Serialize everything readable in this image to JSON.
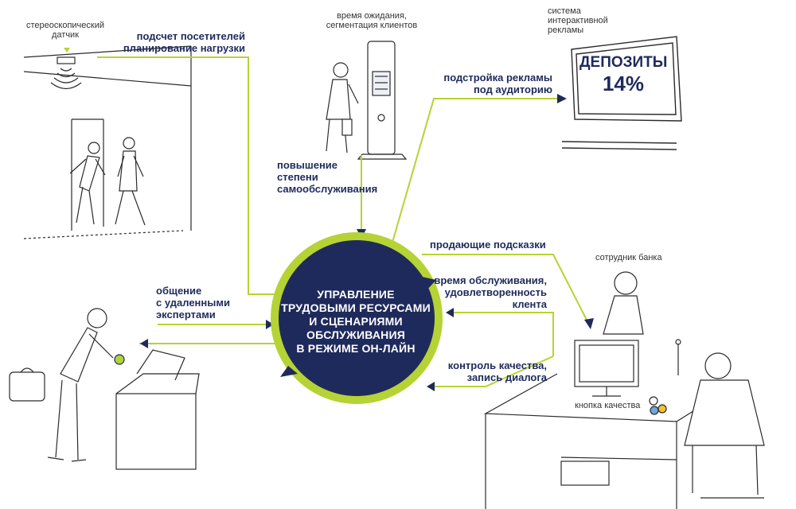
{
  "center": {
    "text": "УПРАВЛЕНИЕ\nТРУДОВЫМИ РЕСУРСАМИ\nИ СЦЕНАРИЯМИ\nОБСЛУЖИВАНИЯ\nВ РЕЖИМЕ ОН-ЛАЙН"
  },
  "labels": {
    "visitors": "подсчет посетителей\nпланирование нагрузки",
    "self_service": "повышение\nстепени\nсамообслуживания",
    "ad_tuning": "подстройка рекламы\nпод аудиторию",
    "sales_hints": "продающие подсказки",
    "service_time": "время обслуживания,\nудовлетворенность\nклента",
    "quality": "контроль качества,\nзапись диалога",
    "experts": "общение\nс удаленными\nэкспертами"
  },
  "captions": {
    "sensor": "стереоскопический\nдатчик",
    "wait_time": "время ожидания,\nсегментация клиентов",
    "ad_system": "система\nинтерактивной\nрекламы",
    "employee": "сотрудник банка",
    "quality_button": "кнопка качества"
  },
  "billboard": {
    "title": "ДЕПОЗИТЫ",
    "rate": "14%"
  },
  "colors": {
    "accent_green": "#b5d334",
    "center_fill": "#1f2a5c",
    "ink": "#1f2a5c",
    "sketch": "#2b2b2b"
  }
}
